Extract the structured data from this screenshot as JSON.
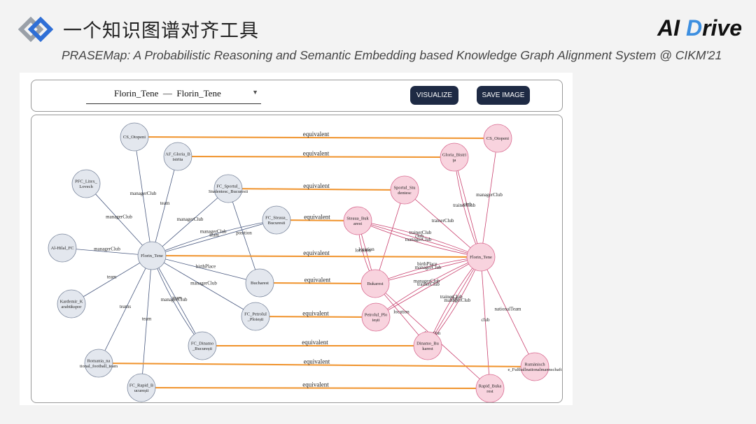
{
  "header": {
    "title": "一个知识图谱对齐工具",
    "brand_prefix": "AI ",
    "brand_d": "D",
    "brand_suffix": "rive",
    "subtitle": "PRASEMap: A Probabilistic Reasoning and Semantic Embedding based Knowledge Graph Alignment System @ CIKM'21"
  },
  "toolbar": {
    "select_value": "Florin_Tene  —  Florin_Tene",
    "visualize_label": "VISUALIZE",
    "save_label": "SAVE IMAGE"
  },
  "colors": {
    "left_node": "#e3e7ee",
    "right_node": "#f8d3de",
    "left_edge": "#4a5a80",
    "right_edge": "#c9406e",
    "equivalent_edge": "#f0922a"
  },
  "graph": {
    "left_nodes": [
      {
        "id": "L0",
        "lines": [
          "CS_Otopeni"
        ]
      },
      {
        "id": "L1",
        "lines": [
          "AF_Gloria_B",
          "istrita"
        ]
      },
      {
        "id": "L2",
        "lines": [
          "PFC_Litex_",
          "Lovech"
        ]
      },
      {
        "id": "L3",
        "lines": [
          "FC_Sportul_",
          "Studentesc_Bucuresti"
        ]
      },
      {
        "id": "L4",
        "lines": [
          "FC_Steaua_",
          "Bucuresti"
        ]
      },
      {
        "id": "L5",
        "lines": [
          "Al-Hilal_FC"
        ]
      },
      {
        "id": "L6",
        "lines": [
          "Florin_Tene"
        ]
      },
      {
        "id": "L7",
        "lines": [
          "Bucharest"
        ]
      },
      {
        "id": "L8",
        "lines": [
          "Kardemir_K",
          "arabükspor"
        ]
      },
      {
        "id": "L9",
        "lines": [
          "FC_Petrolul",
          "_Ploiești"
        ]
      },
      {
        "id": "L10",
        "lines": [
          "FC_Dinamo",
          "_București"
        ]
      },
      {
        "id": "L11",
        "lines": [
          "Romania_na",
          "tional_football_team"
        ]
      },
      {
        "id": "L12",
        "lines": [
          "FC_Rapid_B",
          "ucurești"
        ]
      }
    ],
    "right_nodes": [
      {
        "id": "R0",
        "lines": [
          "CS_Otopeni"
        ]
      },
      {
        "id": "R1",
        "lines": [
          "Gloria_Bistri",
          "ţa"
        ]
      },
      {
        "id": "R2",
        "lines": [
          "Sportul_Stu",
          "dentesc"
        ]
      },
      {
        "id": "R3",
        "lines": [
          "Steaua_Buk",
          "arest"
        ]
      },
      {
        "id": "R4",
        "lines": [
          "Florin_Tene"
        ]
      },
      {
        "id": "R5",
        "lines": [
          "Bukarest"
        ]
      },
      {
        "id": "R6",
        "lines": [
          "Petrolul_Plo",
          "iești"
        ]
      },
      {
        "id": "R7",
        "lines": [
          "Dinamo_Bu",
          "karest"
        ]
      },
      {
        "id": "R8",
        "lines": [
          "Rumänisch",
          "e_Fußballnationalmannschaft"
        ]
      },
      {
        "id": "R9",
        "lines": [
          "Rapid_Buka",
          "rest"
        ]
      }
    ],
    "left_edges": [
      {
        "from": "L0",
        "to": "L6",
        "label": "managerClub"
      },
      {
        "from": "L1",
        "to": "L6",
        "label": "team"
      },
      {
        "from": "L2",
        "to": "L6",
        "label": "managerClub"
      },
      {
        "from": "L3",
        "to": "L6",
        "label": "managerClub"
      },
      {
        "from": "L3",
        "to": "L7",
        "label": "position"
      },
      {
        "from": "L4",
        "to": "L6",
        "label": "team"
      },
      {
        "from": "L4",
        "to": "L6",
        "label": "managerClub"
      },
      {
        "from": "L5",
        "to": "L6",
        "label": "managerClub"
      },
      {
        "from": "L6",
        "to": "L7",
        "label": "birthPlace"
      },
      {
        "from": "L6",
        "to": "L8",
        "label": "team"
      },
      {
        "from": "L6",
        "to": "L9",
        "label": "managerClub"
      },
      {
        "from": "L6",
        "to": "L10",
        "label": "team"
      },
      {
        "from": "L6",
        "to": "L10",
        "label": "managerClub"
      },
      {
        "from": "L6",
        "to": "L11",
        "label": "teams"
      },
      {
        "from": "L6",
        "to": "L12",
        "label": "team"
      }
    ],
    "right_edges": [
      {
        "from": "R0",
        "to": "R4",
        "label": "managerClub"
      },
      {
        "from": "R1",
        "to": "R4",
        "label": "club"
      },
      {
        "from": "R2",
        "to": "R4",
        "label": "trainerClub"
      },
      {
        "from": "R2",
        "to": "R5",
        "label": ""
      },
      {
        "from": "R3",
        "to": "R4",
        "label": "club"
      },
      {
        "from": "R3",
        "to": "R4",
        "label": "managerClub"
      },
      {
        "from": "R3",
        "to": "R4",
        "label": "trainerClub"
      },
      {
        "from": "R3",
        "to": "R5",
        "label": "location"
      },
      {
        "from": "R3",
        "to": "R5",
        "label": "location"
      },
      {
        "from": "R4",
        "to": "R5",
        "label": "managerClub"
      },
      {
        "from": "R4",
        "to": "R5",
        "label": "birthPlace"
      },
      {
        "from": "R4",
        "to": "R6",
        "label": "trainerClub"
      },
      {
        "from": "R4",
        "to": "R6",
        "label": "managerClub"
      },
      {
        "from": "R4",
        "to": "R7",
        "label": "club"
      },
      {
        "from": "R4",
        "to": "R7",
        "label": "trainerClub"
      },
      {
        "from": "R4",
        "to": "R7",
        "label": "managerClub"
      },
      {
        "from": "R4",
        "to": "R8",
        "label": "nationalTeam"
      },
      {
        "from": "R4",
        "to": "R9",
        "label": "club"
      },
      {
        "from": "R1",
        "to": "R4",
        "label": "trainerClub"
      },
      {
        "from": "R5",
        "to": "R7",
        "label": "location"
      },
      {
        "from": "R5",
        "to": "R9",
        "label": "location"
      }
    ],
    "equivalent_edges": [
      {
        "from": "L0",
        "to": "R0",
        "label": "equivalent"
      },
      {
        "from": "L1",
        "to": "R1",
        "label": "equivalent"
      },
      {
        "from": "L3",
        "to": "R2",
        "label": "equivalent"
      },
      {
        "from": "L4",
        "to": "R3",
        "label": "equivalent"
      },
      {
        "from": "L6",
        "to": "R4",
        "label": "equivalent"
      },
      {
        "from": "L7",
        "to": "R5",
        "label": "equivalent"
      },
      {
        "from": "L9",
        "to": "R6",
        "label": "equivalent"
      },
      {
        "from": "L10",
        "to": "R7",
        "label": "equivalent"
      },
      {
        "from": "L11",
        "to": "R8",
        "label": "equivalent"
      },
      {
        "from": "L12",
        "to": "R9",
        "label": "equivalent"
      }
    ]
  }
}
